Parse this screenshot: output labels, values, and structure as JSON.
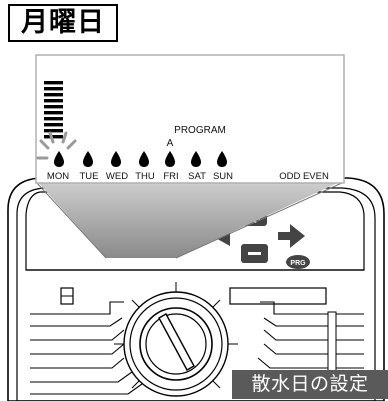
{
  "label": {
    "day": "月曜日"
  },
  "display": {
    "program_label": "PROGRAM",
    "program_value": "A",
    "days": [
      "MON",
      "TUE",
      "WED",
      "THU",
      "FRI",
      "SAT",
      "SUN",
      "ODD EVEN"
    ]
  },
  "device": {
    "prg_badge": "PRG"
  },
  "caption": {
    "text": "散水日の設定"
  }
}
